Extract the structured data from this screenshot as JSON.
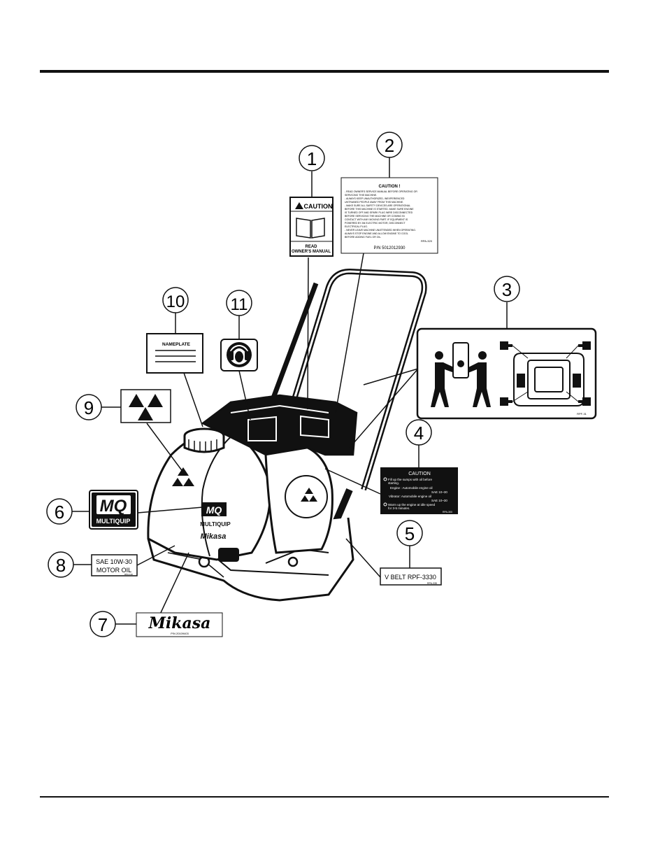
{
  "callouts": [
    "1",
    "2",
    "3",
    "4",
    "5",
    "6",
    "7",
    "8",
    "9",
    "10",
    "11"
  ],
  "decals": {
    "caution_manual": {
      "header": "CAUTION",
      "line1": "READ",
      "line2": "OWNER'S MANUAL"
    },
    "caution_text": {
      "title": "CAUTION !",
      "lines": [
        "- READ OWNER'S SERVICE MANUAL BEFORE OPERATING OR",
        "  SERVICING THIS MACHINE.",
        "- ALWAYS KEEP UNAUTHORIZED, INEXPERIENCED",
        "  UNTRAINED PEOPLE AWAY FROM THIS MACHINE.",
        "- MAKE SURE ALL SAFETY DEVICES ARE OPERATIONAL",
        "  BEFORE THIS MACHINE IS STARTED. MAKE SURE ENGINE",
        "  IS TURNED OFF AND SPARK PLUG WIRE DISCONNECTED",
        "  BEFORE SERVICING THE MACHINE OR COMING IN",
        "  CONTACT WITH ANY MOVING PART. IF EQUIPMENT IS",
        "  POWERED BY AN ELECTRIC MOTOR, DISCONNECT",
        "  ELECTRICAL PLUG.",
        "- NEVER LEAVE MACHINE UNATTENDED WHEN OPERATING.",
        "  ALWAYS STOP ENGINE AND ALLOW ENGINE TO COOL",
        "  BEFORE ADDING FUEL OR OIL."
      ],
      "code": "RPA-320",
      "pn": "P/N 5012012930"
    },
    "lifting": {
      "code": "RPF-31"
    },
    "oil_caution": {
      "title": "CAUTION",
      "l1": "Fill up the sumps with oil before",
      "l2": "starting.",
      "l3": "Engine  :  Automobile engine oil",
      "l4": "SAE  10~30",
      "l5": "Vibrator:  Automobile engine oil",
      "l6": "SAE  10~30",
      "l7": "Warm up the engine at idle speed",
      "l8": "for 3-5 minutes.",
      "code": "RPA-300"
    },
    "vbelt": {
      "text": "V BELT RPF-3330",
      "code": "RPA-335"
    },
    "mq": {
      "logo": "MQ",
      "name": "MULTIQUIP"
    },
    "mikasa": {
      "logo": "Mikasa",
      "pn": "P/N 20109403"
    },
    "oil": {
      "l1": "SAE 10W-30",
      "l2": "MOTOR OIL",
      "code": "RPA-130"
    },
    "nameplate": {
      "title": "NAMEPLATE"
    },
    "machine": {
      "brand_mq": "MQ",
      "brand_multiquip": "MULTIQUIP",
      "brand_mikasa": "Mikasa"
    }
  }
}
